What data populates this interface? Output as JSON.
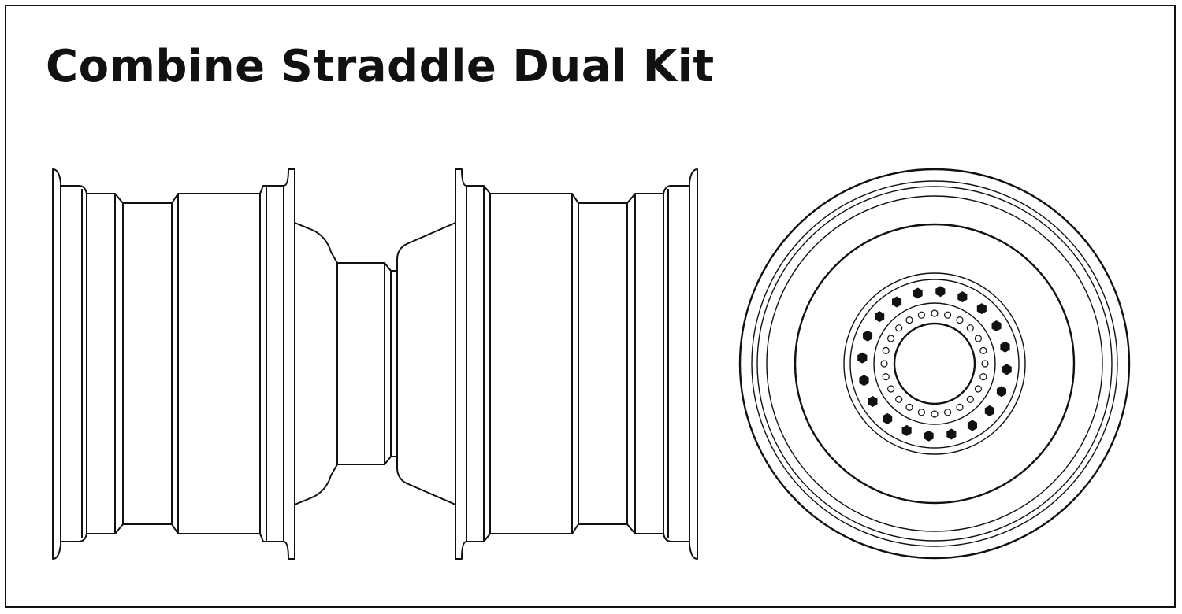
{
  "title": "Combine Straddle Dual Kit",
  "colors": {
    "line": "#111111",
    "background": "#ffffff",
    "bolt": "#111111"
  },
  "front_view": {
    "bolt_count": 20,
    "stud_hole_count": 24
  }
}
